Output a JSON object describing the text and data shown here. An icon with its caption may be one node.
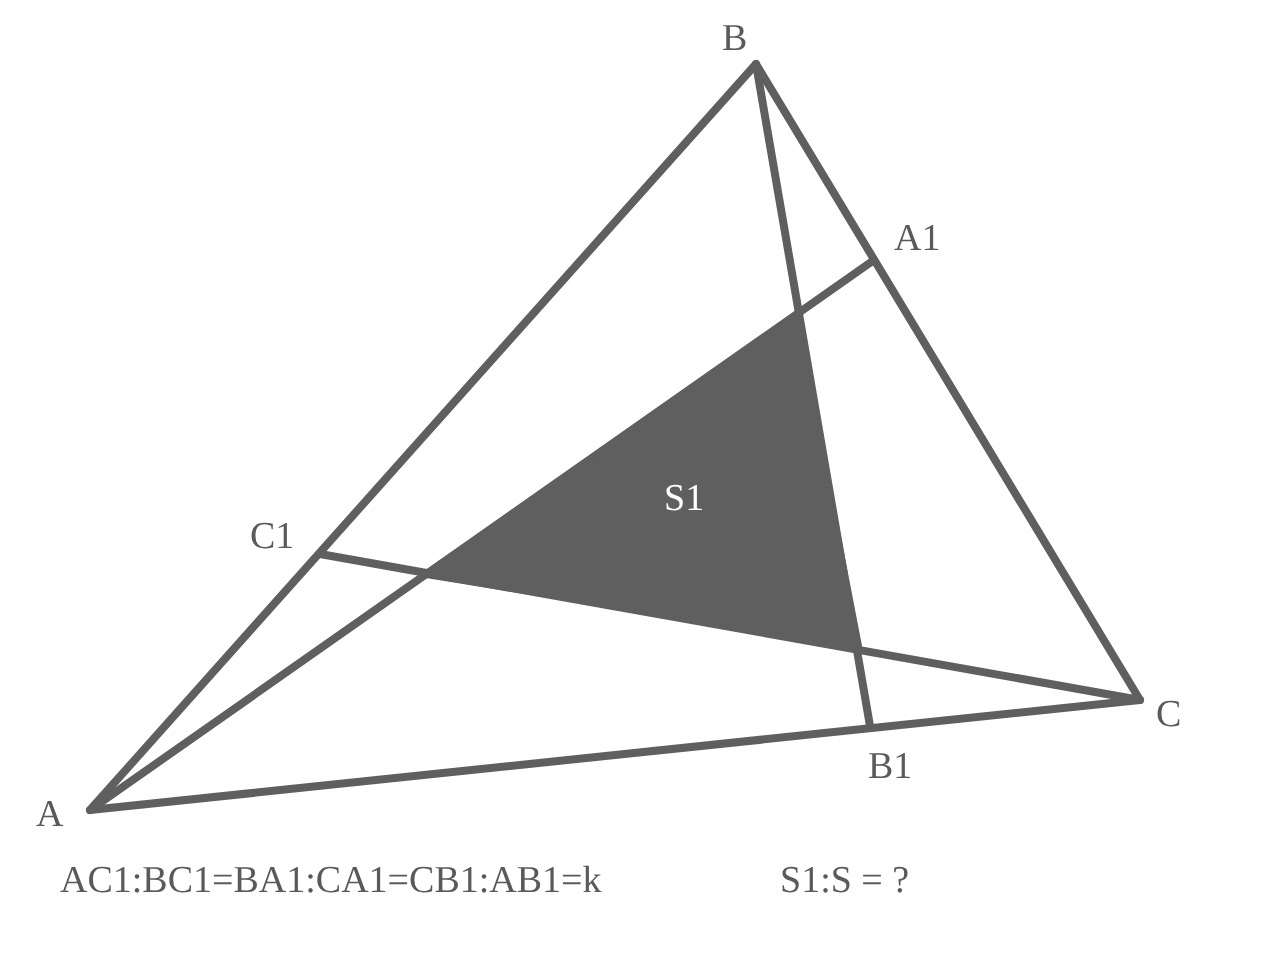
{
  "diagram": {
    "labels": [
      "B",
      "A1",
      "C1",
      "S1",
      "C",
      "A",
      "B1",
      "AC1:BC1=BA1:CA1=CB1:AB1=k",
      "S1:S = ?"
    ]
  }
}
